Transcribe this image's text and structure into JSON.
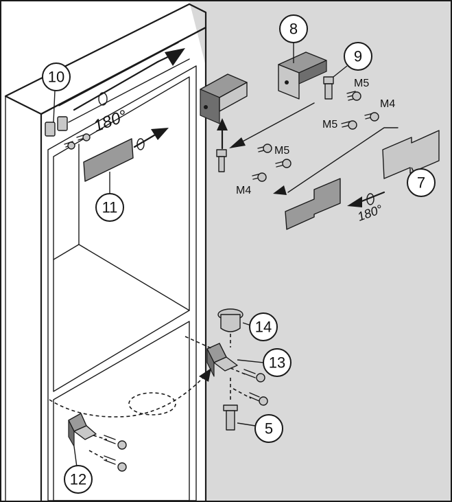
{
  "colors": {
    "background": "#ffffff",
    "wall": "#d9d9d9",
    "part": "#9a9a9a",
    "line": "#1a1a1a"
  },
  "callouts": {
    "c5": "5",
    "c7": "7",
    "c8": "8",
    "c9": "9",
    "c10": "10",
    "c11": "11",
    "c12": "12",
    "c13": "13",
    "c14": "14"
  },
  "screws": {
    "m5_a": "M5",
    "m4_a": "M4",
    "m5_b": "M5",
    "m5_c": "M5",
    "m4_b": "M4"
  },
  "rotations": {
    "top": "180°",
    "cover": "180°"
  }
}
